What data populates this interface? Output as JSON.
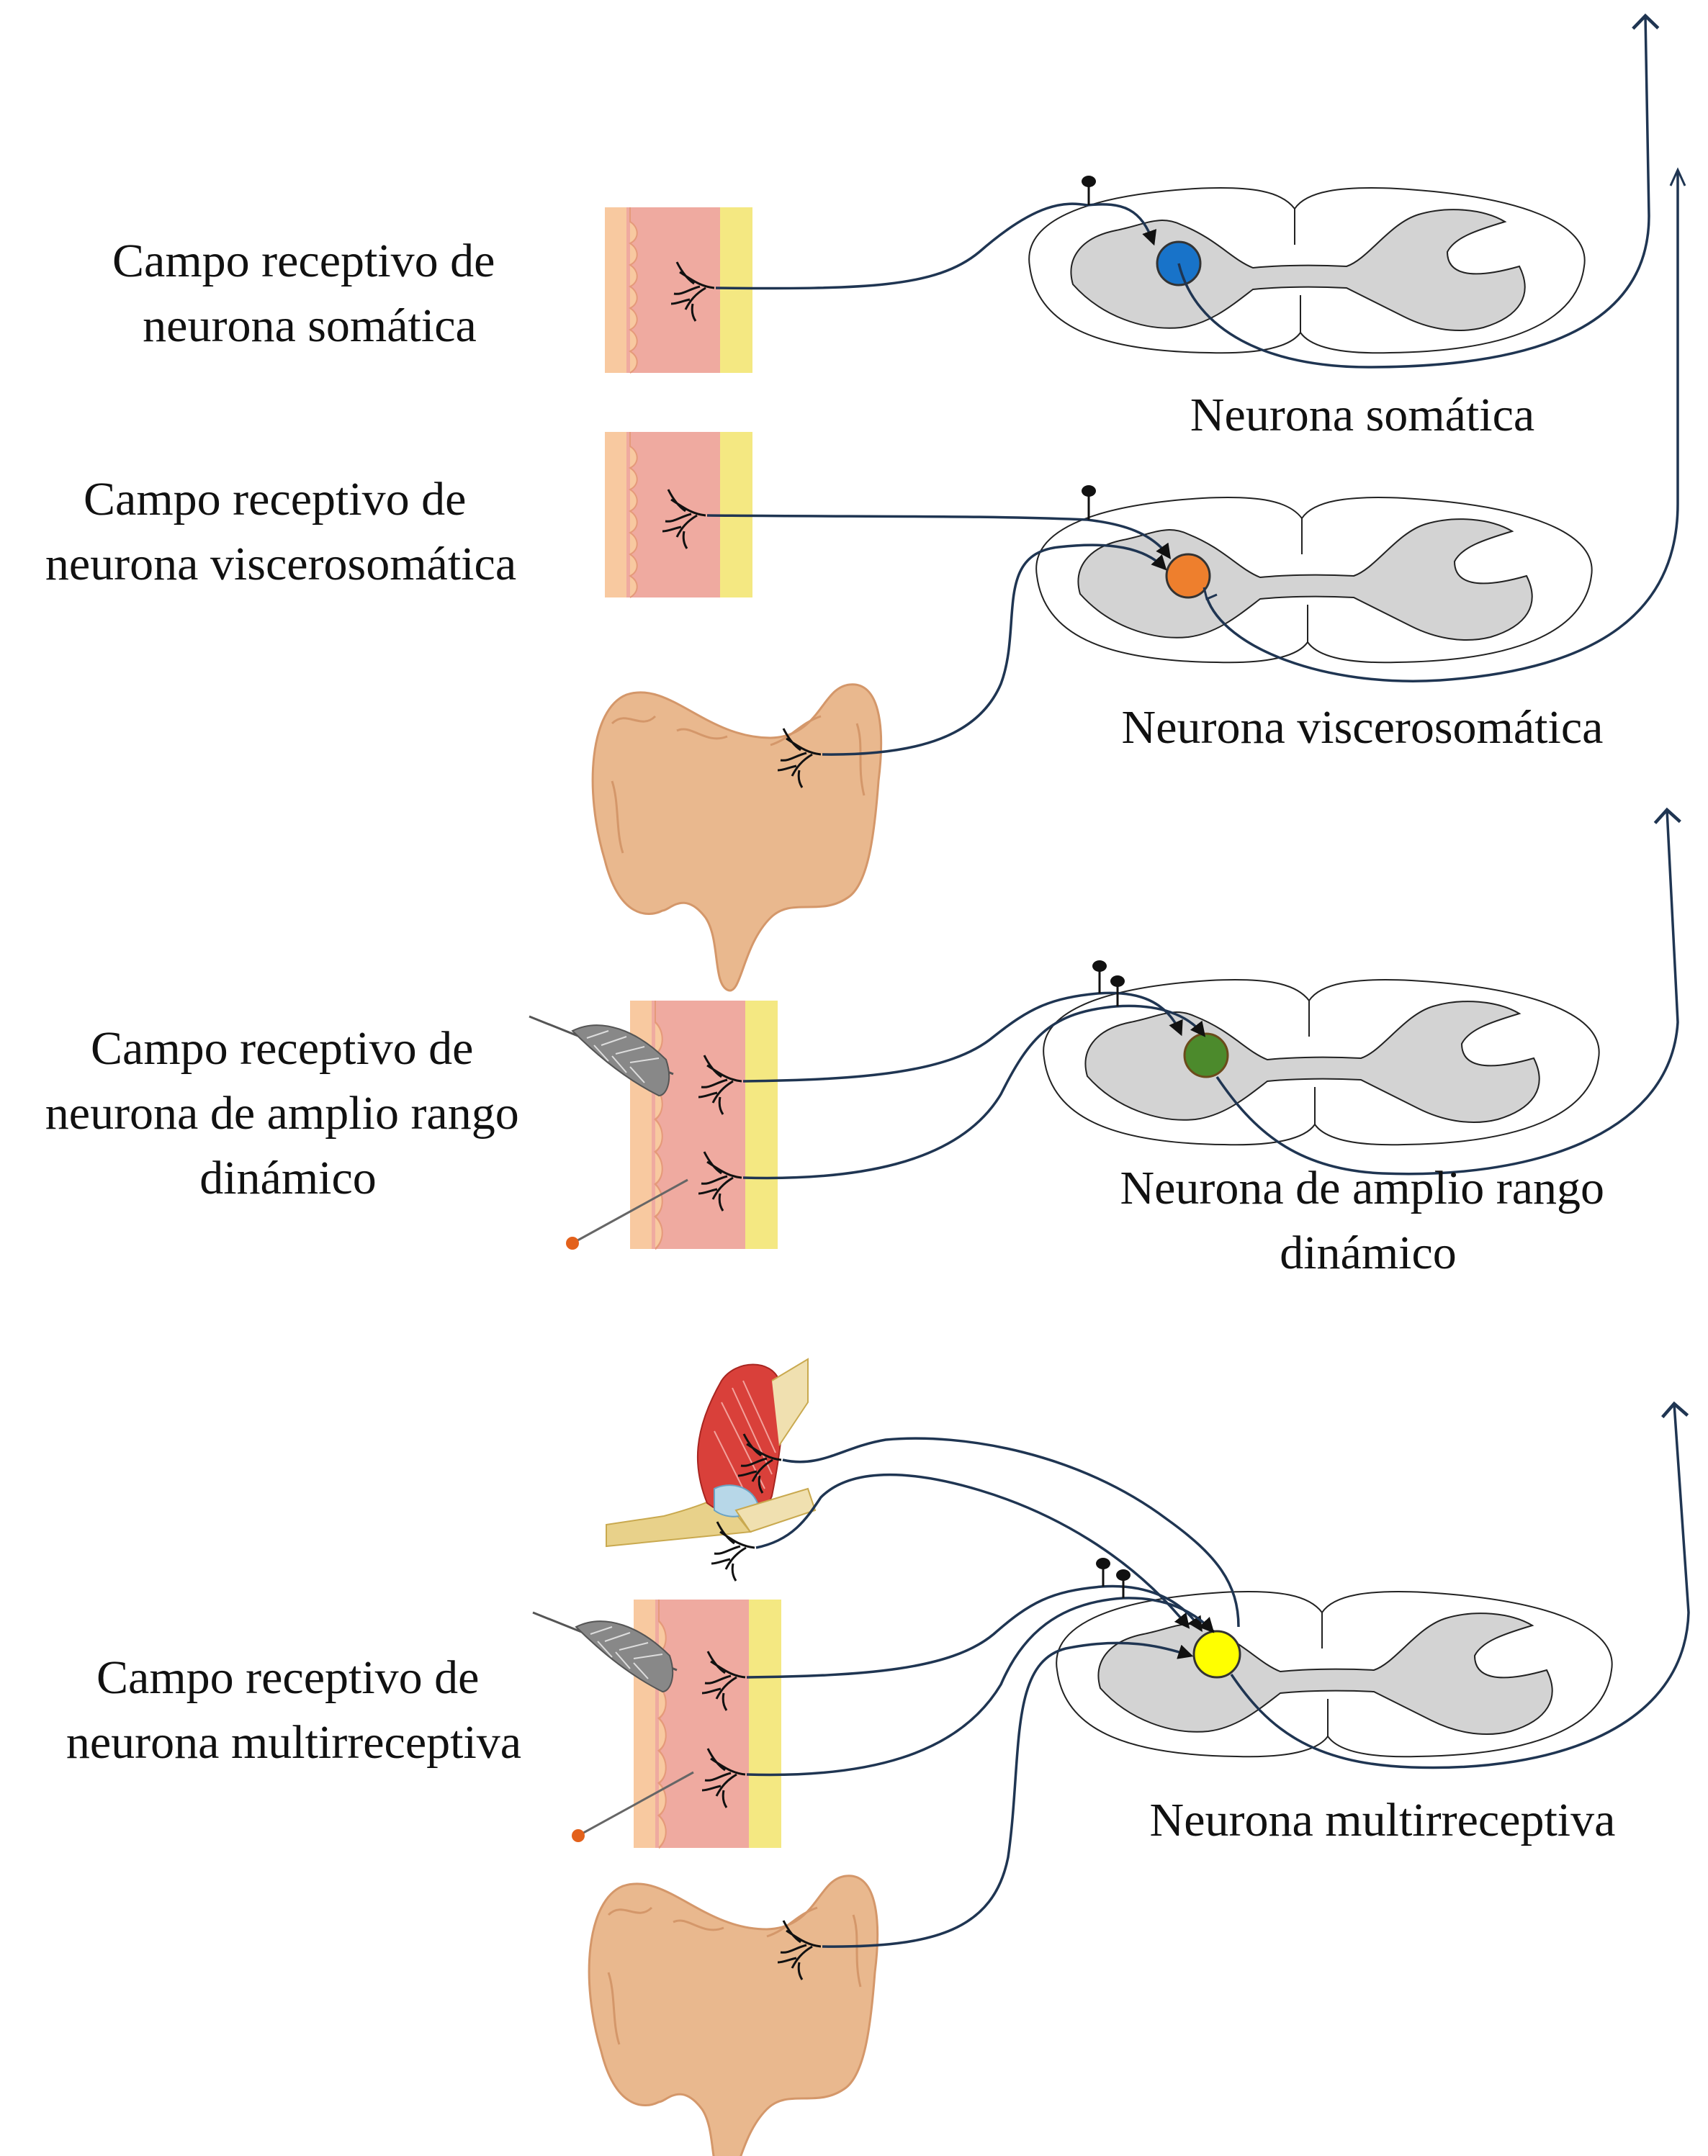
{
  "colors": {
    "nerve": "#1f3552",
    "gray_matter": "#d3d3d3",
    "skin_dermis": "#efaaa0",
    "skin_epidermis": "#f8c9a0",
    "skin_fat": "#f4e882",
    "colon": "#e9b88e",
    "neuron_somatic": "#1873c9",
    "neuron_viscerosomatic": "#ee7f2d",
    "neuron_wdr": "#4c8a2c",
    "neuron_multireceptive": "#ffff00"
  },
  "panels": {
    "somatic": {
      "field_label": [
        "Campo receptivo de",
        "neurona somática"
      ],
      "neuron_label": [
        "Neurona somática"
      ],
      "neuron_icon": "circle-blue"
    },
    "viscerosomatic": {
      "field_label": [
        "Campo receptivo de",
        "neurona viscerosomática"
      ],
      "neuron_label": [
        "Neurona viscerosomática"
      ],
      "neuron_icon": "circle-orange"
    },
    "wdr": {
      "field_label": [
        "Campo receptivo de",
        "neurona de amplio rango",
        "dinámico"
      ],
      "neuron_label": [
        "Neurona de amplio rango",
        "dinámico"
      ],
      "neuron_icon": "circle-green"
    },
    "multireceptive": {
      "field_label": [
        "Campo receptivo de",
        "neurona multirreceptiva"
      ],
      "neuron_label": [
        "Neurona multirreceptiva"
      ],
      "neuron_icon": "circle-yellow"
    }
  },
  "icons": {
    "skin": "skin-section-icon",
    "colon": "colon-icon",
    "feather": "feather-icon",
    "pin": "pin-icon",
    "muscle": "muscle-joint-icon",
    "spinal_cord": "spinal-cord-icon"
  }
}
